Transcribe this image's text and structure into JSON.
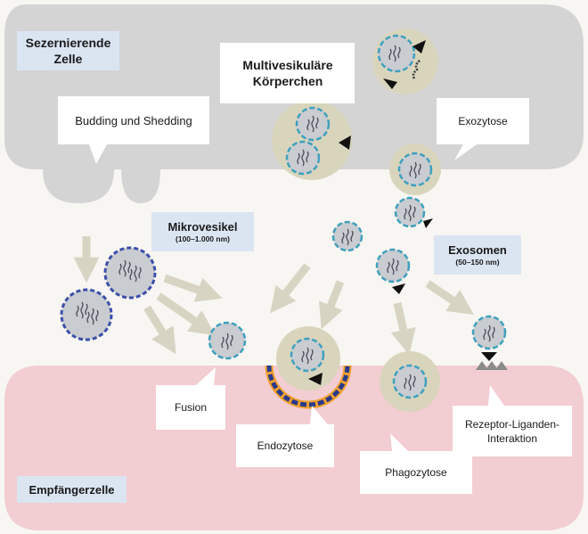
{
  "labels": {
    "secreting_cell": "Sezernierende Zelle",
    "budding": "Budding und Shedding",
    "mvb": "Multivesikuläre Körperchen",
    "exocytosis": "Exozytose",
    "microvesicles": "Mikrovesikel",
    "microvesicles_size": "(100–1.000 nm)",
    "exosomes": "Exosomen",
    "exosomes_size": "(50–150 nm)",
    "fusion": "Fusion",
    "endocytosis": "Endozytose",
    "phagocytosis": "Phagozytose",
    "receptor_ligand_line1": "Rezeptor-Liganden-",
    "receptor_ligand_line2": "Interaktion",
    "recipient_cell": "Empfängerzelle"
  },
  "colors": {
    "secreting_cell": "#d4d4d4",
    "recipient_cell": "#f2cdd1",
    "background": "#f8f6f2",
    "mvb_body": "#d9d5bd",
    "vesicle_fill": "#c9ccd1",
    "vesicle_membrane": "#3fa0bd",
    "microvesicle_membrane": "#3b4fa8",
    "arrow": "#d8d4c3",
    "endocytosis_orange": "#f0a030",
    "label_box": "#dbe5f2"
  }
}
